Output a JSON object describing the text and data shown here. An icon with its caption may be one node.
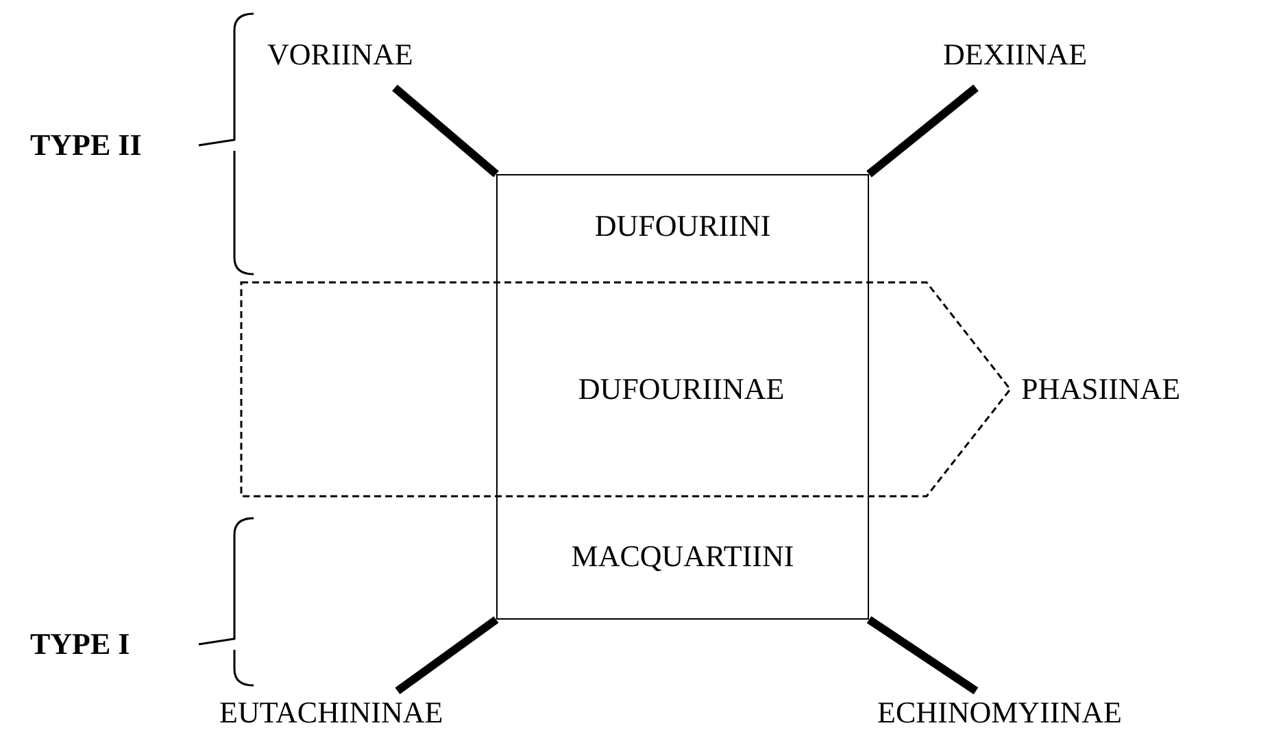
{
  "diagram": {
    "nodes": [
      {
        "text": [
          "DUFOURIINI",
          "MACQUARTIINI"
        ]
      },
      {
        "text": [
          "DUFOURIINAE"
        ],
        "beside": [
          "PHASIINAE"
        ]
      },
      {
        "text": [
          "VORIINAE"
        ]
      },
      {
        "text": [
          "DEXIINAE"
        ]
      },
      {
        "text": [
          "EUTACHININAE"
        ]
      },
      {
        "text": [
          "ECHINOMYIINAE"
        ]
      }
    ],
    "edges": [
      {
        "from": 2,
        "to": 0,
        "arrow": "none"
      },
      {
        "from": 3,
        "to": 0,
        "arrow": "none"
      },
      {
        "from": 0,
        "to": 4,
        "arrow": "none"
      },
      {
        "from": 0,
        "to": 5,
        "arrow": "none"
      }
    ],
    "labels": [
      "TYPE II",
      "TYPE I"
    ]
  }
}
